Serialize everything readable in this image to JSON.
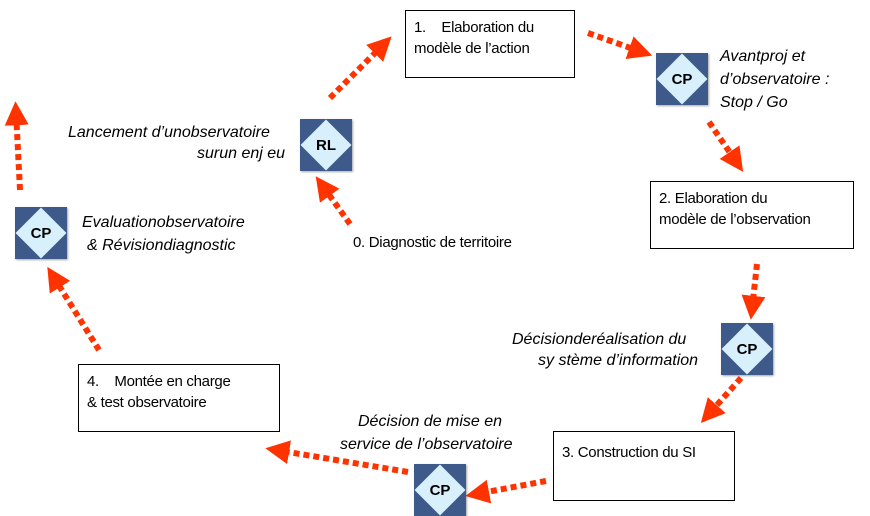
{
  "colors": {
    "arrow": "#ff3300",
    "marker_fill": "#3d5a8a",
    "marker_diamond": "#d8f0fb",
    "box_border": "#000000"
  },
  "boxes": {
    "step1": {
      "line1": "1.    Elaboration du",
      "line2": "modèle de l’action"
    },
    "step2": {
      "line1": "2. Elaboration du",
      "line2": "modèle de l’observation"
    },
    "step3": {
      "line1": "3. Construction du SI"
    },
    "step4": {
      "line1": "4.    Montée en charge",
      "line2": "& test observatoire"
    }
  },
  "plain_labels": {
    "step0": "0. Diagnostic de territoire"
  },
  "markers": {
    "rl": "RL",
    "cp_avant": "CP",
    "cp_decision_si": "CP",
    "cp_mise_service": "CP",
    "cp_evaluation": "CP"
  },
  "captions": {
    "lancement": {
      "line1": "Lancement d’unobservatoire",
      "line2": "surun enj eu"
    },
    "avant_projet": {
      "line1": "Avantproj et",
      "line2": "d’observatoire :",
      "line3": "Stop / Go"
    },
    "decision_si": {
      "line1": "Décisionderéalisation du",
      "line2": "sy stème d’information"
    },
    "mise_service": {
      "line1": "Décision de mise en",
      "line2": "service de l’observatoire"
    },
    "evaluation": {
      "line1": "Evaluationobservatoire",
      "line2": "& Révisiondiagnostic"
    }
  }
}
